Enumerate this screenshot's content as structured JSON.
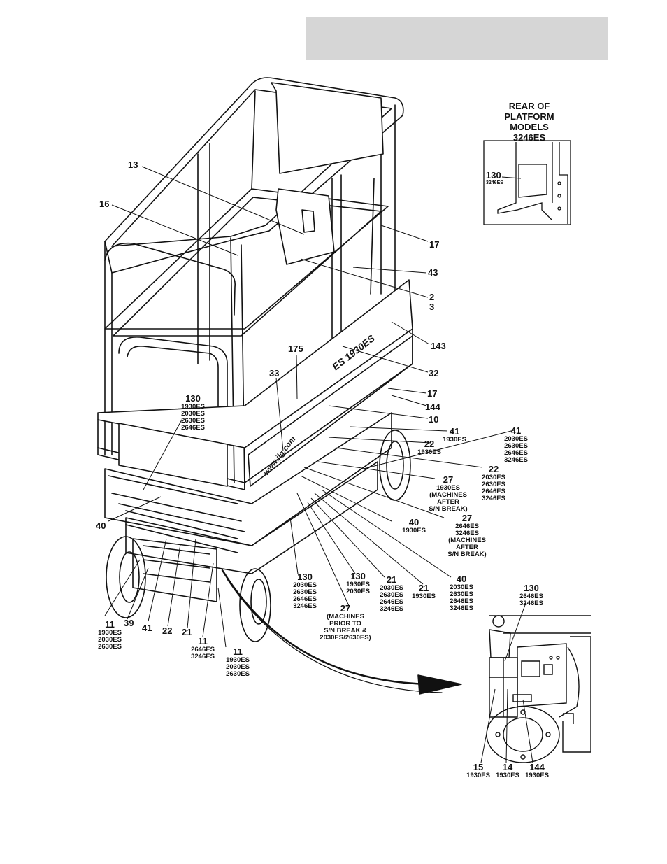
{
  "header": {
    "title": ""
  },
  "inset_top": {
    "title": [
      "REAR OF",
      "PLATFORM",
      "MODELS",
      "3246ES"
    ]
  },
  "callouts": {
    "c13": "13",
    "c16": "16",
    "c17a": "17",
    "c43": "43",
    "c2": "2",
    "c3": "3",
    "c143": "143",
    "c175": "175",
    "c32": "32",
    "c33": "33",
    "c17b": "17",
    "c144": "144",
    "c10": "10",
    "c130a": {
      "num": "130",
      "sub": [
        "1930ES",
        "2030ES",
        "2630ES",
        "2646ES"
      ]
    },
    "c41a": {
      "num": "41",
      "sub": [
        "1930ES"
      ]
    },
    "c41b": {
      "num": "41",
      "sub": [
        "2030ES",
        "2630ES",
        "2646ES",
        "3246ES"
      ]
    },
    "c22a": {
      "num": "22",
      "sub": [
        "1930ES"
      ]
    },
    "c22b": {
      "num": "22",
      "sub": [
        "2030ES",
        "2630ES",
        "2646ES",
        "3246ES"
      ]
    },
    "c27a": {
      "num": "27",
      "sub": [
        "1930ES",
        "(MACHINES",
        "AFTER",
        "S/N BREAK)"
      ]
    },
    "c27b": {
      "num": "27",
      "sub": [
        "2646ES",
        "3246ES",
        "(MACHINES",
        "AFTER",
        "S/N BREAK)"
      ]
    },
    "c40a": "40",
    "c40b": {
      "num": "40",
      "sub": [
        "1930ES"
      ]
    },
    "c40c": {
      "num": "40",
      "sub": [
        "2030ES",
        "2630ES",
        "2646ES",
        "3246ES"
      ]
    },
    "c130b": {
      "num": "130",
      "sub": [
        "2030ES",
        "2630ES",
        "2646ES",
        "3246ES"
      ]
    },
    "c130c": {
      "num": "130",
      "sub": [
        "1930ES",
        "2030ES"
      ]
    },
    "c21a": {
      "num": "21",
      "sub": [
        "2030ES",
        "2630ES",
        "2646ES",
        "3246ES"
      ]
    },
    "c21b": {
      "num": "21",
      "sub": [
        "1930ES"
      ]
    },
    "c27c": {
      "num": "27",
      "sub": [
        "(MACHINES",
        "PRIOR TO",
        "S/N BREAK &",
        "2030ES/2630ES)"
      ]
    },
    "c11a": {
      "num": "11",
      "sub": [
        "1930ES",
        "2030ES",
        "2630ES"
      ]
    },
    "c39": "39",
    "c41c": "41",
    "c22c": "22",
    "c21c": "21",
    "c11b": {
      "num": "11",
      "sub": [
        "2646ES",
        "3246ES"
      ]
    },
    "c11c": {
      "num": "11",
      "sub": [
        "1930ES",
        "2030ES",
        "2630ES"
      ]
    },
    "c130d": {
      "num": "130",
      "sub": [
        "2646ES",
        "3246ES"
      ]
    },
    "c130e": {
      "num": "130",
      "sub": [
        "3246ES"
      ]
    },
    "c15": {
      "num": "15",
      "sub": [
        "1930ES"
      ]
    },
    "c14": {
      "num": "14",
      "sub": [
        "1930ES"
      ]
    },
    "c144b": {
      "num": "144",
      "sub": [
        "1930ES"
      ]
    }
  },
  "decals": {
    "model_side": "ES 1930ES",
    "website": "www.jlg.com"
  }
}
